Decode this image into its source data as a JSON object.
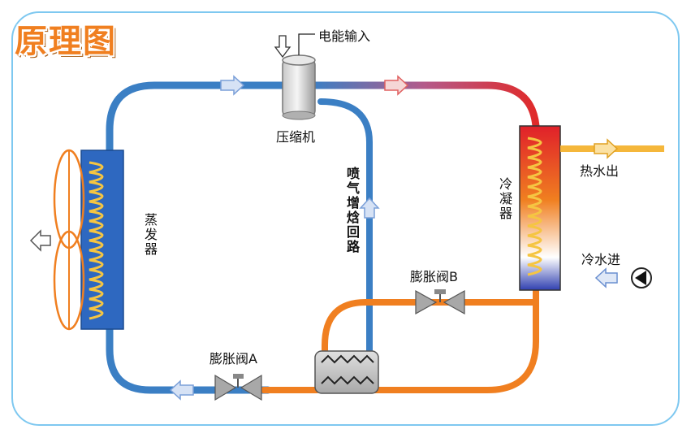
{
  "title": "原理图",
  "labels": {
    "power_input": "电能输入",
    "compressor": "压缩机",
    "evaporator": "蒸发器",
    "condenser": "冷凝器",
    "hot_water_out": "热水出",
    "cold_water_in": "冷水进",
    "expansion_valve_a": "膨胀阀A",
    "expansion_valve_b": "膨胀阀B",
    "injection_loop": "喷气增焓回路"
  },
  "colors": {
    "cold_pipe": "#3b7fc4",
    "hot_pipe": "#e02a2a",
    "medium_pipe": "#f07f20",
    "hot_water_pipe": "#f5b73b",
    "cold_water_pipe": "#4a7fd0",
    "frame_border": "#7ec8f0",
    "title": "#f07f20"
  }
}
